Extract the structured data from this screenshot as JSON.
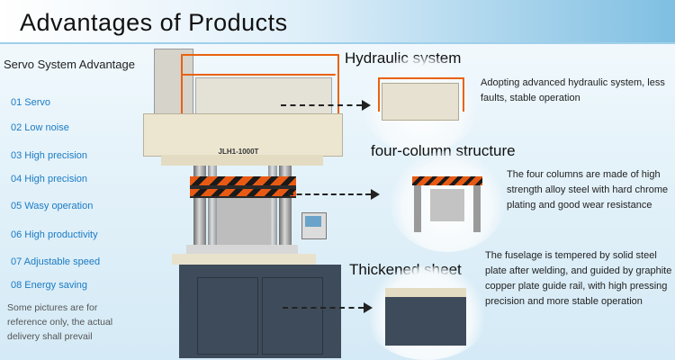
{
  "header": {
    "title": "Advantages of Products"
  },
  "servo": {
    "title": "Servo System Advantage",
    "items": [
      "01 Servo",
      "02 Low noise",
      "03 High precision",
      "04 High precision",
      "05 Wasy operation",
      "06 High productivity",
      "07  Adjustable speed",
      "08 Energy saving"
    ],
    "note": "Some pictures are for reference only, the actual delivery shall prevail"
  },
  "machine": {
    "model": "JLH1-1000T"
  },
  "sections": {
    "hydraulic": {
      "title": "Hydraulic system",
      "desc": "Adopting advanced hydraulic system, less faults, stable operation"
    },
    "column": {
      "title": "four-column structure",
      "desc": "The four columns are made of high strength alloy steel with hard chrome plating and good wear resistance"
    },
    "sheet": {
      "title": "Thickened sheet",
      "desc": "The fuselage is tempered by solid steel plate after welding, and guided by graphite copper plate guide rail, with high pressing precision and more stable operation"
    }
  },
  "colors": {
    "accent": "#1b7bc4",
    "machine_body": "#e9e2cc",
    "base": "#3e4b5a",
    "rail": "#e9620f"
  }
}
